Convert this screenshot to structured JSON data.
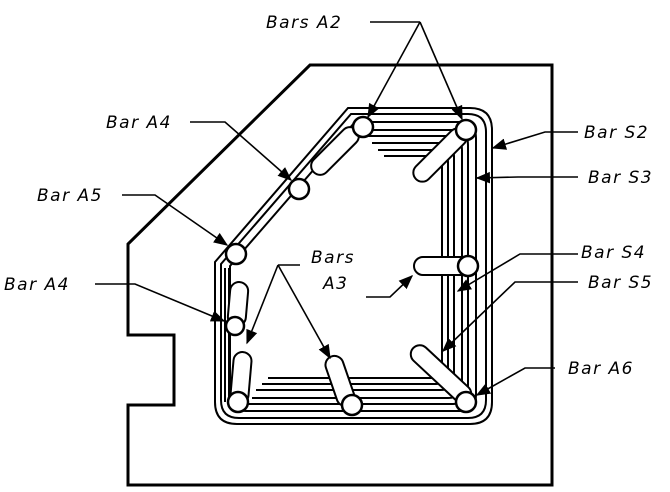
{
  "labels": {
    "bars_a2": "Bars A2",
    "bar_a4_top": "Bar A4",
    "bar_a5": "Bar A5",
    "bar_a4_left": "Bar A4",
    "bars_a3_line1": "Bars",
    "bars_a3_line2": "A3",
    "bar_s2": "Bar S2",
    "bar_s3": "Bar S3",
    "bar_s4": "Bar S4",
    "bar_s5": "Bar S5",
    "bar_a6": "Bar A6"
  }
}
